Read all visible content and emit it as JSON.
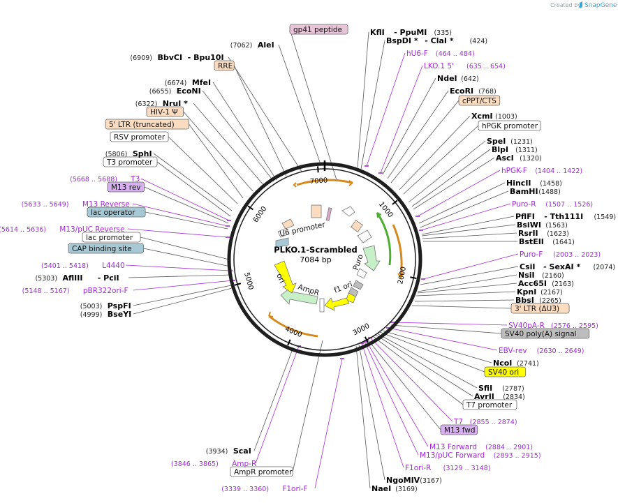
{
  "credit": {
    "prefix": "Created by",
    "brand": "SnapGene"
  },
  "plasmid": {
    "name": "PLKO.1-Scrambled",
    "length": "7084 bp"
  },
  "ticks": [
    "1000",
    "2000",
    "3000",
    "4000",
    "5000",
    "6000",
    "7000"
  ],
  "inner_features": [
    "U6 promoter",
    "Puro",
    "f1 ori",
    "AmpR",
    "ori"
  ],
  "colors": {
    "primer": "#a02bd6",
    "promoter": "#ffffff",
    "terminator": "#bdbdbd",
    "rep_origin": "#ffff00",
    "ltr": "#fbdcc0",
    "protein_bind": "#a7c9d6",
    "misc_feature": "#d9a9c9",
    "primer_bind": "#d6b0ef",
    "resistance": "#c8f0c8",
    "orange_arc": "#d58a1d",
    "green_arc": "#4caf2f"
  },
  "labels": [
    {
      "id": "gp41",
      "kind": "box",
      "text": "gp41 peptide",
      "color": "#e8c4d8"
    },
    {
      "id": "kfli",
      "kind": "enzyme",
      "name": "KflI",
      "suffix": "- PpuMI",
      "pos": "(335)"
    },
    {
      "id": "bspdi",
      "kind": "enzyme",
      "name": "BspDI *",
      "suffix": "- ClaI *",
      "pos": "(424)"
    },
    {
      "id": "hu6f",
      "kind": "primer",
      "name": "hU6-F",
      "pos": "(464 .. 484)"
    },
    {
      "id": "lko15",
      "kind": "primer",
      "name": "LKO.1 5'",
      "pos": "(635 .. 654)"
    },
    {
      "id": "ndei",
      "kind": "enzyme",
      "name": "NdeI",
      "pos": "(642)"
    },
    {
      "id": "ecori",
      "kind": "enzyme",
      "name": "EcoRI",
      "pos": "(768)"
    },
    {
      "id": "cppt",
      "kind": "box",
      "text": "cPPT/CTS",
      "color": "#fbdcc0"
    },
    {
      "id": "xcmi",
      "kind": "enzyme",
      "name": "XcmI",
      "pos": "(1003)"
    },
    {
      "id": "hpgkprom",
      "kind": "box",
      "text": "hPGK promoter",
      "color": "#ffffff"
    },
    {
      "id": "spei",
      "kind": "enzyme",
      "name": "SpeI",
      "pos": "(1231)"
    },
    {
      "id": "blpi",
      "kind": "enzyme",
      "name": "BlpI",
      "pos": "(1311)"
    },
    {
      "id": "asci",
      "kind": "enzyme",
      "name": "AscI",
      "pos": "(1320)"
    },
    {
      "id": "hpgkf",
      "kind": "primer",
      "name": "hPGK-F",
      "pos": "(1404 .. 1422)"
    },
    {
      "id": "hincii",
      "kind": "enzyme",
      "name": "HincII",
      "pos": "(1458)"
    },
    {
      "id": "bamhi",
      "kind": "enzyme",
      "name": "BamHI",
      "pos": "(1488)"
    },
    {
      "id": "puror",
      "kind": "primer",
      "name": "Puro-R",
      "pos": "(1507 .. 1526)"
    },
    {
      "id": "pflfi",
      "kind": "enzyme",
      "name": "PflFI",
      "suffix": "- Tth111I",
      "pos": "(1549)"
    },
    {
      "id": "bsiwi",
      "kind": "enzyme",
      "name": "BsiWI",
      "pos": "(1563)"
    },
    {
      "id": "rsrii",
      "kind": "enzyme",
      "name": "RsrII",
      "pos": "(1623)"
    },
    {
      "id": "bsteii",
      "kind": "enzyme",
      "name": "BstEII",
      "pos": "(1641)"
    },
    {
      "id": "purof",
      "kind": "primer",
      "name": "Puro-F",
      "pos": "(2003 .. 2023)"
    },
    {
      "id": "csii",
      "kind": "enzyme",
      "name": "CsiI",
      "suffix": "- SexAI *",
      "pos": "(2074)"
    },
    {
      "id": "nsii",
      "kind": "enzyme",
      "name": "NsiI",
      "pos": "(2160)"
    },
    {
      "id": "acc65i",
      "kind": "enzyme",
      "name": "Acc65I",
      "pos": "(2163)"
    },
    {
      "id": "kpni",
      "kind": "enzyme",
      "name": "KpnI",
      "pos": "(2167)"
    },
    {
      "id": "bbsi",
      "kind": "enzyme",
      "name": "BbsI",
      "pos": "(2265)"
    },
    {
      "id": "ltr3",
      "kind": "box",
      "text": "3' LTR (ΔU3)",
      "color": "#fbdcc0"
    },
    {
      "id": "sv40par",
      "kind": "primer",
      "name": "SV40pA-R",
      "pos": "(2576 .. 2595)"
    },
    {
      "id": "sv40polya",
      "kind": "box",
      "text": "SV40 poly(A) signal",
      "color": "#bdbdbd"
    },
    {
      "id": "ebvrev",
      "kind": "primer",
      "name": "EBV-rev",
      "pos": "(2630 .. 2649)"
    },
    {
      "id": "ncoi",
      "kind": "enzyme",
      "name": "NcoI",
      "pos": "(2741)"
    },
    {
      "id": "sv40ori",
      "kind": "box",
      "text": "SV40 ori",
      "color": "#ffff00"
    },
    {
      "id": "sfii",
      "kind": "enzyme",
      "name": "SfiI",
      "pos": "(2787)"
    },
    {
      "id": "avrii",
      "kind": "enzyme",
      "name": "AvrII",
      "pos": "(2834)"
    },
    {
      "id": "t7prom",
      "kind": "box",
      "text": "T7 promoter",
      "color": "#ffffff"
    },
    {
      "id": "t7",
      "kind": "primer",
      "name": "T7",
      "pos": "(2855 .. 2874)"
    },
    {
      "id": "m13fwd",
      "kind": "box",
      "text": "M13 fwd",
      "color": "#d6b0ef"
    },
    {
      "id": "m13forward",
      "kind": "primer",
      "name": "M13 Forward",
      "pos": "(2884 .. 2901)"
    },
    {
      "id": "m13pucfwd",
      "kind": "primer",
      "name": "M13/pUC Forward",
      "pos": "(2893 .. 2915)"
    },
    {
      "id": "f1orir",
      "kind": "primer",
      "name": "F1ori-R",
      "pos": "(3129 .. 3148)"
    },
    {
      "id": "ngomiv",
      "kind": "enzyme",
      "name": "NgoMIV",
      "pos": "(3167)"
    },
    {
      "id": "naei",
      "kind": "enzyme",
      "name": "NaeI",
      "pos": "(3169)"
    },
    {
      "id": "f1orif",
      "kind": "primer",
      "name": "F1ori-F",
      "pos": "(3339 .. 3360)"
    },
    {
      "id": "ampprom",
      "kind": "box",
      "text": "AmpR promoter",
      "color": "#ffffff"
    },
    {
      "id": "ampr_p",
      "kind": "primer",
      "name": "Amp-R",
      "pos": "(3846 .. 3865)"
    },
    {
      "id": "scai",
      "kind": "enzyme",
      "name": "ScaI",
      "pos": "(3934)"
    },
    {
      "id": "bseyi",
      "kind": "enzyme",
      "name": "BseYI",
      "pos": "(4999)"
    },
    {
      "id": "pspfi",
      "kind": "enzyme",
      "name": "PspFI",
      "pos": "(5003)"
    },
    {
      "id": "pbr322",
      "kind": "primer",
      "name": "pBR322ori-F",
      "pos": "(5148 .. 5167)"
    },
    {
      "id": "afliii",
      "kind": "enzyme",
      "name": "AflIII",
      "suffix": "- PciI",
      "pos": "(5303)"
    },
    {
      "id": "l4440",
      "kind": "primer",
      "name": "L4440",
      "pos": "(5401 .. 5418)"
    },
    {
      "id": "cap",
      "kind": "box",
      "text": "CAP binding site",
      "color": "#a7c9d6"
    },
    {
      "id": "lacprom",
      "kind": "box",
      "text": "lac promoter",
      "color": "#ffffff"
    },
    {
      "id": "m13pucrev",
      "kind": "primer",
      "name": "M13/pUC Reverse",
      "pos": "(5614 .. 5636)"
    },
    {
      "id": "lacop",
      "kind": "box",
      "text": "lac operator",
      "color": "#a7c9d6"
    },
    {
      "id": "m13reverse",
      "kind": "primer",
      "name": "M13 Reverse",
      "pos": "(5633 .. 5649)"
    },
    {
      "id": "m13rev",
      "kind": "box",
      "text": "M13 rev",
      "color": "#d6b0ef"
    },
    {
      "id": "t3",
      "kind": "primer",
      "name": "T3",
      "pos": "(5668 .. 5688)"
    },
    {
      "id": "t3prom",
      "kind": "box",
      "text": "T3 promoter",
      "color": "#ffffff"
    },
    {
      "id": "sphi",
      "kind": "enzyme",
      "name": "SphI",
      "pos": "(5806)"
    },
    {
      "id": "rsvprom",
      "kind": "box",
      "text": "RSV promoter",
      "color": "#ffffff"
    },
    {
      "id": "ltr5",
      "kind": "box",
      "text": "5' LTR (truncated)",
      "color": "#fbdcc0"
    },
    {
      "id": "hiv",
      "kind": "box",
      "text": "HIV-1 Ψ",
      "color": "#fbdcc0"
    },
    {
      "id": "nrui",
      "kind": "enzyme",
      "name": "NruI *",
      "pos": "(6322)"
    },
    {
      "id": "econi",
      "kind": "enzyme",
      "name": "EcoNI",
      "pos": "(6655)"
    },
    {
      "id": "mfei",
      "kind": "enzyme",
      "name": "MfeI",
      "pos": "(6674)"
    },
    {
      "id": "rre",
      "kind": "box",
      "text": "RRE",
      "color": "#fbdcc0"
    },
    {
      "id": "bbvci",
      "kind": "enzyme",
      "name": "BbvCI",
      "suffix": "- Bpu10I",
      "pos": "(6909)"
    },
    {
      "id": "alei",
      "kind": "enzyme",
      "name": "AleI",
      "pos": "(7062)"
    }
  ]
}
